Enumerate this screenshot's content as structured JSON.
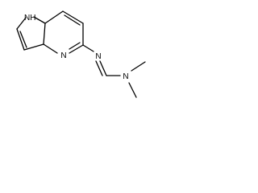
{
  "diagram": {
    "type": "chemical-structure",
    "atoms": {
      "pyrrole_nh": "NH",
      "ring_n": "N",
      "imine_n": "N",
      "amine_n": "N"
    },
    "substituents": {
      "methyl_upper": "CH3",
      "methyl_lower": "CH3"
    }
  }
}
